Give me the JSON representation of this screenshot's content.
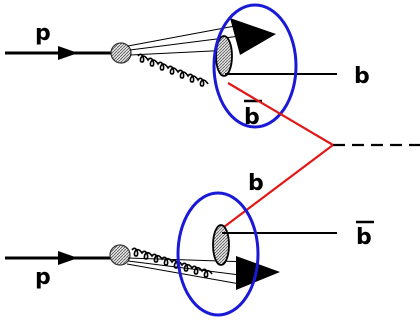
{
  "labels": {
    "proton_top": "p",
    "proton_bottom": "p",
    "quark_b_top_right": "b",
    "antiquark_top": "b",
    "quark_b_middle": "b",
    "antiquark_bottom_right": "b"
  },
  "colors": {
    "ellipse": "#1a1ad6",
    "scatter_line": "#e01818",
    "ink": "#000000"
  }
}
